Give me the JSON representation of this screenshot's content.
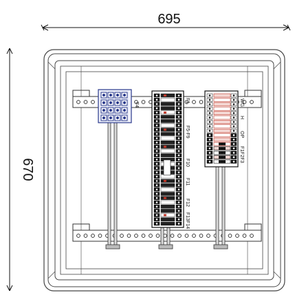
{
  "dimensions": {
    "width_label": "695",
    "height_label": "670"
  },
  "breaker_labels": {
    "left_group": "F4",
    "main_top": "F1",
    "main_f5f9": "F5-F9",
    "main_f10": "F10",
    "main_f11": "F11",
    "main_f12": "F12",
    "main_f13f14": "F13F14",
    "right_wg": "WG",
    "right_h": "H",
    "right_op": "OP",
    "right_f1f2f3": "F1F2F3"
  },
  "colors": {
    "line": "#222222",
    "enclosure": "#444444",
    "terminal_blue": "#2b3a8c",
    "terminal_red": "#c0392b",
    "terminal_black": "#111111",
    "busbar_fill": "#d9d9d9"
  }
}
